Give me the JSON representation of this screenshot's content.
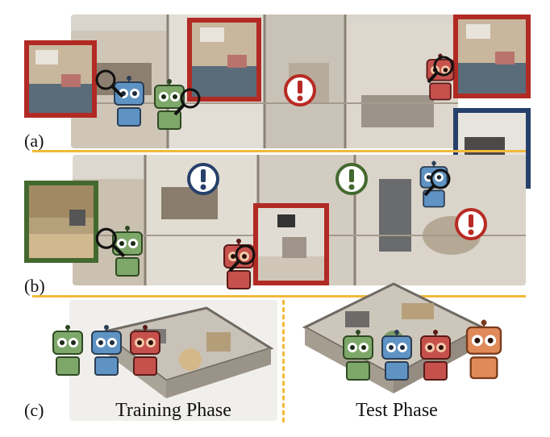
{
  "panels": {
    "a": {
      "label": "(a)"
    },
    "b": {
      "label": "(b)"
    },
    "c": {
      "label": "(c)",
      "training_label": "Training Phase",
      "test_label": "Test Phase"
    }
  },
  "colors": {
    "divider": "#f2b93b",
    "red": "#b82a23",
    "navy": "#26406a",
    "green": "#44692f",
    "robot_green": "#7ea86a",
    "robot_blue": "#5f93c4",
    "robot_red": "#c6514c",
    "robot_orange": "#e08a5a"
  },
  "icons": [
    "robot-icon",
    "magnifier-icon",
    "exclamation-icon",
    "room-photo",
    "floorplan-map"
  ]
}
